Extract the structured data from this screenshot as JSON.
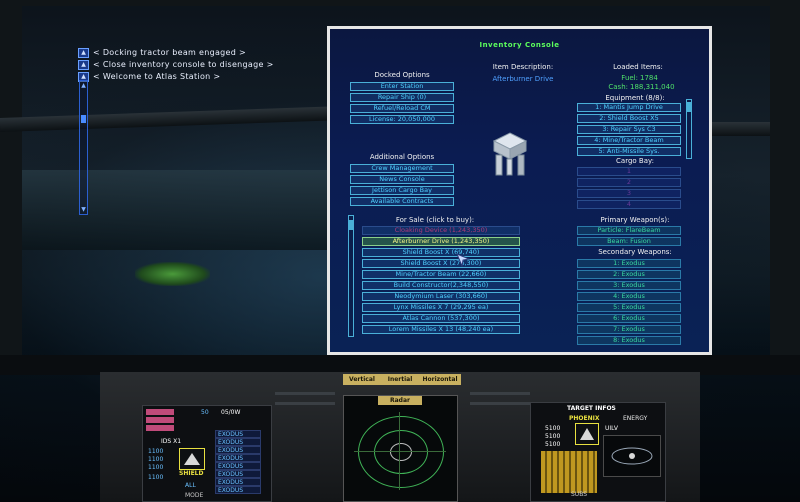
{
  "messages": [
    {
      "icon": "chevron-up",
      "text": "< Docking tractor beam engaged >"
    },
    {
      "icon": "chevron-double-up",
      "text": "< Close inventory console to disengage >"
    },
    {
      "icon": "chevron-double-up",
      "text": "< Welcome to Atlas Station >"
    }
  ],
  "console": {
    "title": "Inventory Console",
    "docked": {
      "header": "Docked Options",
      "buttons": [
        "Enter Station",
        "Repair Ship (0)",
        "Refuel/Reload CM",
        "License: 20,050,000"
      ]
    },
    "additional": {
      "header": "Additional Options",
      "buttons": [
        "Crew Management",
        "News Console",
        "Jettison Cargo Bay",
        "Available Contracts"
      ]
    },
    "item_description": {
      "header": "Item Description:",
      "value": "Afterburner Drive"
    },
    "loaded": {
      "header": "Loaded Items:",
      "fuel_label": "Fuel:",
      "fuel": "1784",
      "cash_label": "Cash:",
      "cash": "188,311,040"
    },
    "equipment": {
      "header": "Equipment (8/8):",
      "items": [
        "1: Mantis Jump Drive",
        "2: Shield Boost X5",
        "3: Repair Sys C3",
        "4: Mine/Tractor Beam",
        "5: Anti-Missile Sys."
      ]
    },
    "cargo": {
      "header": "Cargo Bay:",
      "slots": [
        "1",
        "2",
        "3",
        "4"
      ]
    },
    "for_sale": {
      "header": "For Sale (click to buy):",
      "items": [
        "Cloaking Device (1,243,350)",
        "Afterburner Drive (1,243,350)",
        "Shield Boost X (69,740)",
        "Shield Boost X (276,300)",
        "Mine/Tractor Beam (22,660)",
        "Build Constructor(2,348,550)",
        "Neodymium Laser (303,660)",
        "Lynx Missiles X 7 (29,295 ea)",
        "Atlas Cannon (537,300)",
        "Lorem Missiles X 13 (48,240 ea)"
      ]
    },
    "primary": {
      "header": "Primary Weapon(s):",
      "items": [
        "Particle: FlareBeam",
        "Beam: Fusion"
      ]
    },
    "secondary": {
      "header": "Secondary Weapons:",
      "items": [
        "1: Exodus",
        "2: Exodus",
        "3: Exodus",
        "4: Exodus",
        "5: Exodus",
        "6: Exodus",
        "7: Exodus",
        "8: Exodus"
      ]
    }
  },
  "hud": {
    "radar_tabs": [
      "Vertical",
      "Inertial",
      "Horizontal"
    ],
    "radar_label": "Radar",
    "left_panel": {
      "speed": "50",
      "speed_ratio": "05/0W",
      "weapon": "IDS X1",
      "values": [
        "1100",
        "1100",
        "1100",
        "1100"
      ],
      "shield_label": "SHIELD",
      "all_label": "ALL",
      "mode_label": "MODE",
      "slots": [
        "EXODUS",
        "EXODUS",
        "EXODUS",
        "EXODUS",
        "EXODUS",
        "EXODUS",
        "EXODUS",
        "EXODUS"
      ]
    },
    "right_panel": {
      "header": "TARGET INFOS",
      "target_name": "PHOENIX",
      "energy_label": "ENERGY",
      "values": [
        "5100",
        "5100",
        "5100"
      ],
      "class": "UILV",
      "subs_label": "SUBS"
    }
  },
  "colors": {
    "console_bg": "#0b1c52",
    "header_text": "#f2f2f2",
    "title_green": "#5cff5c",
    "button_text": "#4fd0ff",
    "secondary_text": "#39d9a0",
    "selected_item": "#f4f488"
  }
}
